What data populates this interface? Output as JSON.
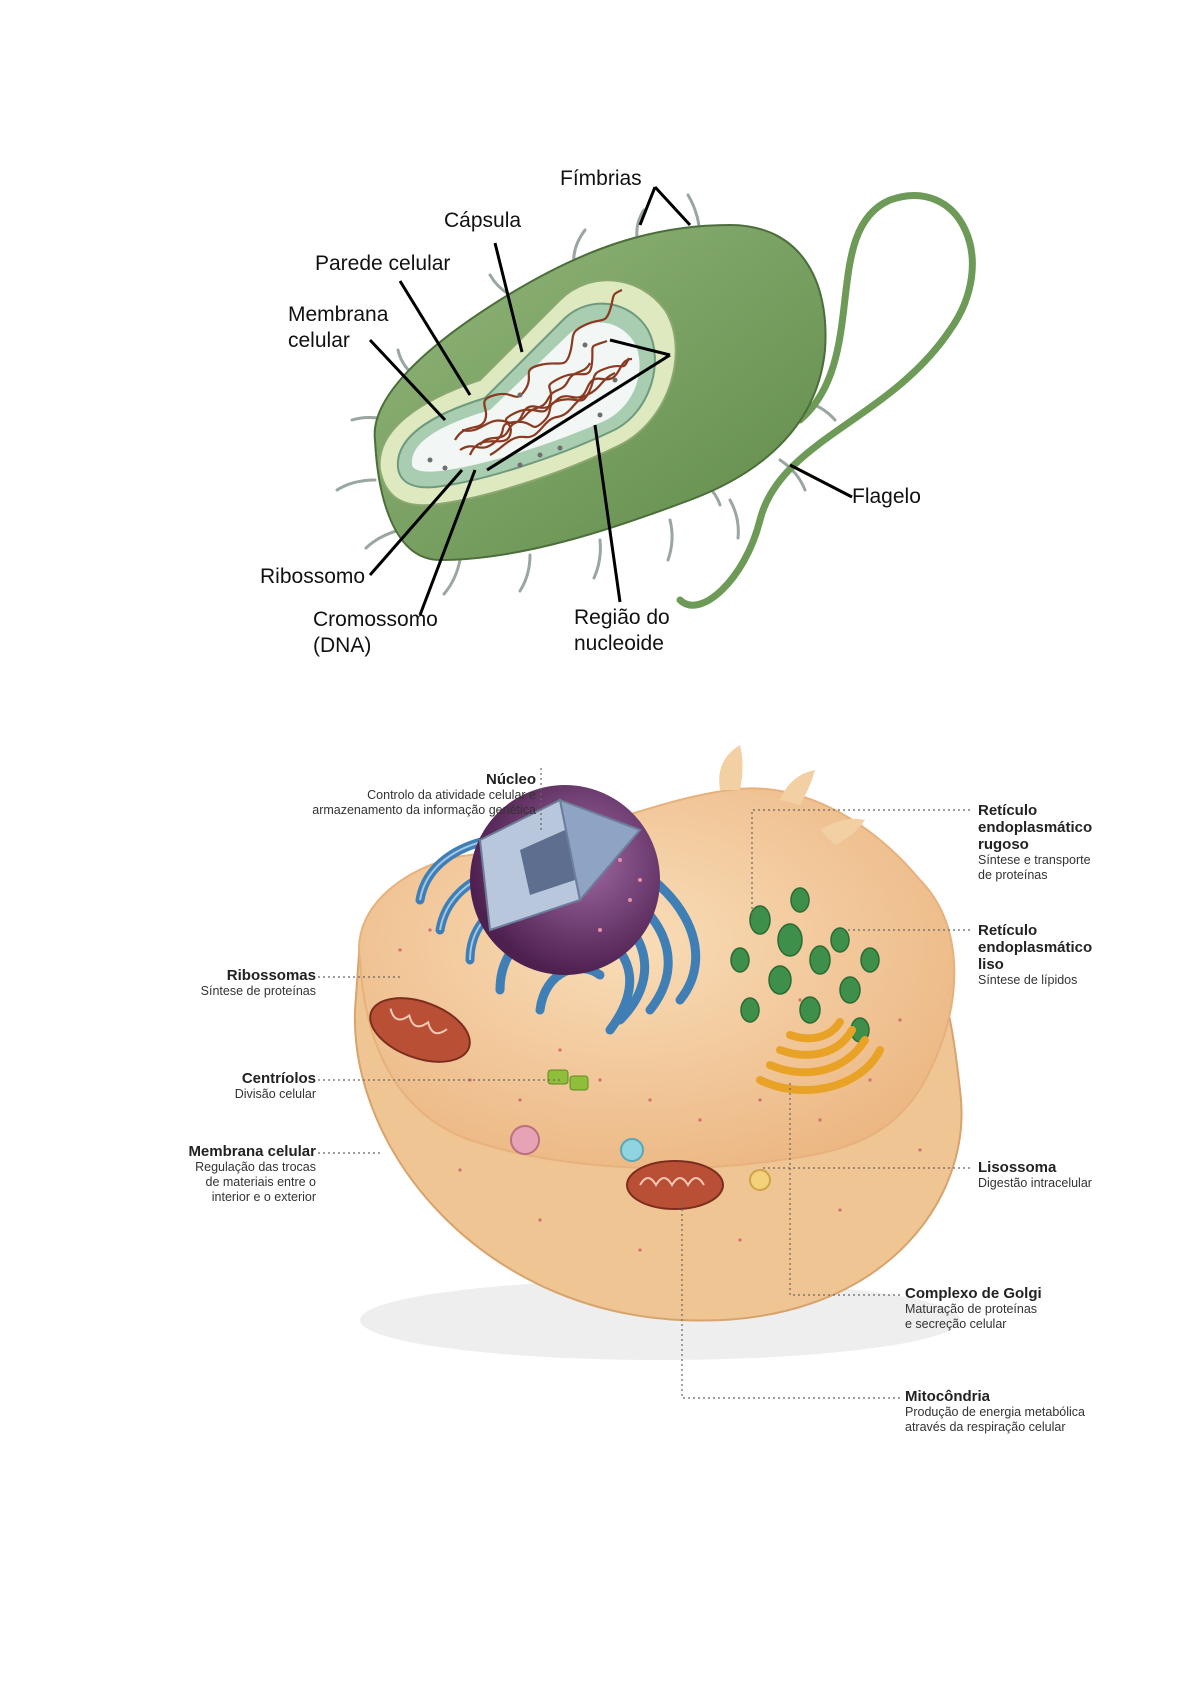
{
  "bacteria": {
    "labels": {
      "fimbrias": "Fímbrias",
      "capsula": "Cápsula",
      "parede": "Parede celular",
      "membrana_1": "Membrana",
      "membrana_2": "celular",
      "ribossomo": "Ribossomo",
      "cromossomo_1": "Cromossomo",
      "cromossomo_2": "(DNA)",
      "nucleoide_1": "Região do",
      "nucleoide_2": "nucleoide",
      "flagelo": "Flagelo"
    },
    "colors": {
      "capsule": "#7fa468",
      "wall": "#dfe9bf",
      "membrane": "#a8cdb0",
      "cytoplasm": "#f2f6f4",
      "dna": "#8a3a20"
    }
  },
  "animal_cell": {
    "labels": {
      "nucleo": {
        "title": "Núcleo",
        "desc": [
          "Controlo da atividade celular e",
          "armazenamento da informação genética"
        ]
      },
      "rer": {
        "title": [
          "Retículo",
          "endoplasmático",
          "rugoso"
        ],
        "desc": [
          "Síntese e transporte",
          "de proteínas"
        ]
      },
      "rel": {
        "title": [
          "Retículo",
          "endoplasmático",
          "liso"
        ],
        "desc": [
          "Síntese de lípidos"
        ]
      },
      "ribossomas": {
        "title": "Ribossomas",
        "desc": [
          "Síntese de proteínas"
        ]
      },
      "centriolos": {
        "title": "Centríolos",
        "desc": [
          "Divisão celular"
        ]
      },
      "membrana": {
        "title": "Membrana celular",
        "desc": [
          "Regulação das trocas",
          "de materiais entre o",
          "interior e o exterior"
        ]
      },
      "lisossoma": {
        "title": "Lisossoma",
        "desc": [
          "Digestão intracelular"
        ]
      },
      "golgi": {
        "title": "Complexo de Golgi",
        "desc": [
          "Maturação de proteínas",
          "e secreção celular"
        ]
      },
      "mitocondria": {
        "title": "Mitocôndria",
        "desc": [
          "Produção de energia metabólica",
          "através da respiração celular"
        ]
      }
    },
    "colors": {
      "cytoplasm": "#f4cfa3",
      "nucleus": "#7a3f7c",
      "rer": "#3f7fb5",
      "rel": "#3e8f4a",
      "golgi": "#e8a326",
      "mitochondria": "#a8452e"
    }
  }
}
